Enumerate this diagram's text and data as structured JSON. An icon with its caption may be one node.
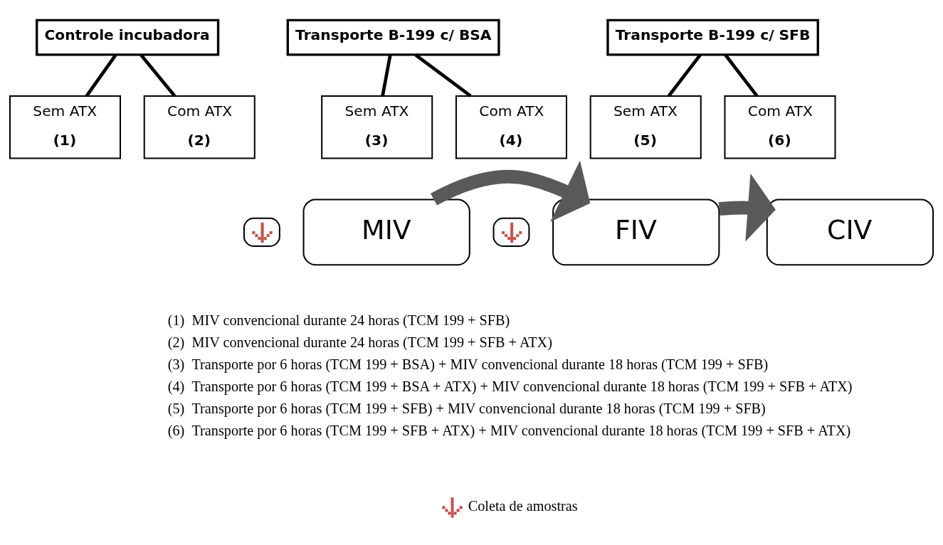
{
  "diagram": {
    "nodes": [
      {
        "text": [
          "Controle incubadora"
        ]
      },
      {
        "text": [
          "Sem ATX",
          "(1)"
        ]
      },
      {
        "text": [
          "Com ATX",
          "(2)"
        ]
      },
      {
        "text": [
          "Transporte B-199 c/ BSA"
        ]
      },
      {
        "text": [
          "Sem ATX",
          "(3)"
        ]
      },
      {
        "text": [
          "Com ATX",
          "(4)"
        ]
      },
      {
        "text": [
          "Transporte B-199 c/ SFB"
        ]
      },
      {
        "text": [
          "Sem ATX",
          "(5)"
        ]
      },
      {
        "text": [
          "Com ATX",
          "(6)"
        ]
      },
      {
        "text": [],
        "shape": "box"
      },
      {
        "text": [
          "MIV"
        ]
      },
      {
        "text": [],
        "shape": "box"
      },
      {
        "text": [
          "FIV"
        ]
      },
      {
        "text": [
          "CIV"
        ]
      }
    ],
    "edges": [
      {
        "from": 0,
        "to": 1,
        "arrow": "none"
      },
      {
        "from": 0,
        "to": 2,
        "arrow": "none"
      },
      {
        "from": 3,
        "to": 4,
        "arrow": "none"
      },
      {
        "from": 3,
        "to": 5,
        "arrow": "none"
      },
      {
        "from": 6,
        "to": 7,
        "arrow": "none"
      },
      {
        "from": 6,
        "to": 8,
        "arrow": "none"
      },
      {
        "from": 10,
        "to": 12,
        "arrow": "to",
        "style": "thick",
        "color": "#595959"
      },
      {
        "from": 12,
        "to": 13,
        "arrow": "to",
        "style": "thick",
        "color": "#595959"
      }
    ],
    "labels": [
      "(1)  MIV convencional durante 24 horas (TCM 199 + SFB)",
      "(2)  MIV convencional durante 24 horas (TCM 199 + SFB + ATX)",
      "(3)  Transporte por 6 horas (TCM 199 + BSA) + MIV convencional durante 18 horas (TCM 199 + SFB)",
      "(4)  Transporte por 6 horas (TCM 199 + BSA + ATX) + MIV convencional durante 18 horas (TCM 199 + SFB + ATX)",
      "(5)  Transporte por 6 horas (TCM 199 + SFB) + MIV convencional durante 18 horas (TCM 199 + SFB)",
      "(6)  Transporte por 6 horas (TCM 199 + SFB + ATX) + MIV convencional durante 18 horas (TCM 199 + SFB + ATX)"
    ],
    "legend": [
      {
        "text": "Coleta de amostras"
      }
    ]
  }
}
